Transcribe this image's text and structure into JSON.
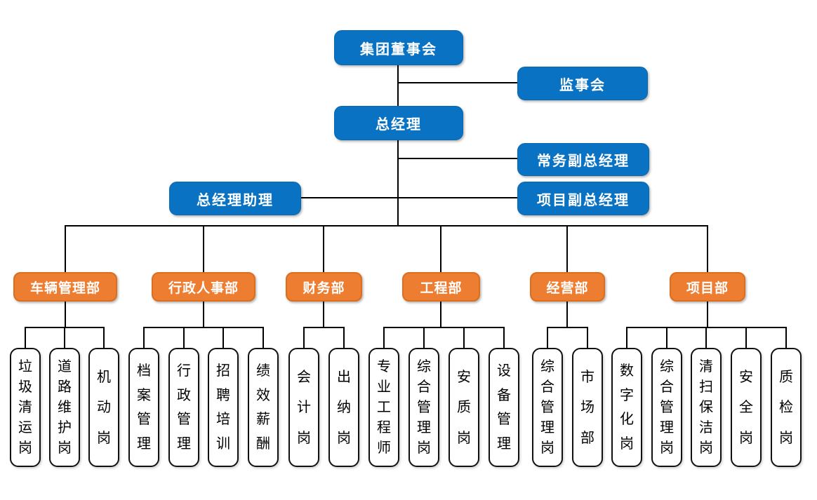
{
  "chart": {
    "type": "org-chart",
    "colors": {
      "executive_fill": "#0972C2",
      "department_fill": "#ED7D31",
      "department_border": "#DB6E1F",
      "leaf_fill": "#FFFFFF",
      "leaf_border": "#111111",
      "connector": "#000000",
      "executive_text": "#FFFFFF",
      "leaf_text": "#000000"
    },
    "root": "集团董事会",
    "supervisory_board": "监事会",
    "general_manager": "总经理",
    "executive_deputy_gm": "常务副总经理",
    "gm_assistant": "总经理助理",
    "project_deputy_gm": "项目副总经理",
    "departments": [
      {
        "name": "车辆管理部",
        "positions": [
          "垃圾清运岗",
          "道路维护岗",
          "机动岗"
        ]
      },
      {
        "name": "行政人事部",
        "positions": [
          "档案管理",
          "行政管理",
          "招聘培训",
          "绩效薪酬"
        ]
      },
      {
        "name": "财务部",
        "positions": [
          "会计岗",
          "出纳岗"
        ]
      },
      {
        "name": "工程部",
        "positions": [
          "专业工程师",
          "综合管理岗",
          "安质岗",
          "设备管理"
        ]
      },
      {
        "name": "经营部",
        "positions": [
          "综合管理岗",
          "市场部"
        ]
      },
      {
        "name": "项目部",
        "positions": [
          "数字化岗",
          "综合管理岗",
          "清扫保洁岗",
          "安全岗",
          "质检岗"
        ]
      }
    ]
  }
}
